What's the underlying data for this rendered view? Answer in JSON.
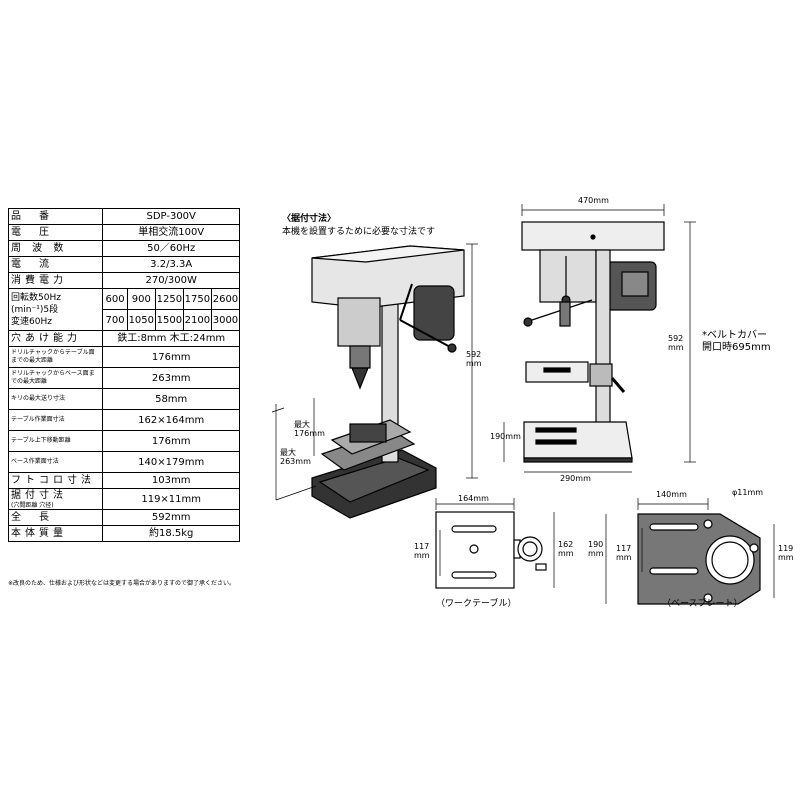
{
  "spec_table": {
    "rows": [
      {
        "label": "品　番",
        "value": "SDP-300V"
      },
      {
        "label": "電　圧",
        "value": "単相交流100V"
      },
      {
        "label": "周 波 数",
        "value": "50／60Hz"
      },
      {
        "label": "電　流",
        "value": "3.2/3.3A"
      },
      {
        "label": "消費電力",
        "value": "270/300W"
      }
    ],
    "speed": {
      "label_50": "回転数50Hz",
      "label_unit": "(min⁻¹)5段",
      "label_60": "変速60Hz",
      "values_50": [
        "600",
        "900",
        "1250",
        "1750",
        "2600"
      ],
      "values_60": [
        "700",
        "1050",
        "1500",
        "2100",
        "3000"
      ]
    },
    "rows2": [
      {
        "label": "穴あけ能力",
        "value": "鉄工:8mm 木工:24mm",
        "small": false
      },
      {
        "label": "ドリルチャックからテーブル面までの最大距離",
        "value": "176mm",
        "small": true
      },
      {
        "label": "ドリルチャックからベース面までの最大距離",
        "value": "263mm",
        "small": true
      },
      {
        "label": "キリの最大送り寸法",
        "value": "58mm",
        "small": true
      },
      {
        "label": "テーブル作業面寸法",
        "value": "162×164mm",
        "small": true
      },
      {
        "label": "テーブル上下移動距離",
        "value": "176mm",
        "small": true
      },
      {
        "label": "ベース作業面寸法",
        "value": "140×179mm",
        "small": true
      },
      {
        "label": "フトコロ寸法",
        "value": "103mm",
        "small": false
      },
      {
        "label": "据付寸法",
        "sub": "(穴間距離 穴径)",
        "value": "119×11mm",
        "small": false
      },
      {
        "label": "全　長",
        "value": "592mm",
        "small": false
      },
      {
        "label": "本体質量",
        "value": "約18.5kg",
        "small": false
      }
    ],
    "note": "※改良のため、仕様および形状などは変更する場合がありますので御了承ください。"
  },
  "install": {
    "title": "〈据付寸法〉",
    "subtitle": "本機を設置するために必要な寸法です"
  },
  "dims": {
    "side_max176": "最大\n176mm",
    "side_max263": "最大\n263mm",
    "side_592": "592\nmm",
    "front_470": "470mm",
    "front_592": "592\nmm",
    "front_190": "190mm",
    "front_290": "290mm",
    "belt_note": "*ベルトカバー\n開口時695mm",
    "wt_164": "164mm",
    "wt_117": "117\nmm",
    "wt_162": "162\nmm",
    "wt_caption": "（ワークテーブル）",
    "bp_140": "140mm",
    "bp_11": "φ11mm",
    "bp_190": "190\nmm",
    "bp_117": "117\nmm",
    "bp_119": "119\nmm",
    "bp_caption": "（ベースプレート）"
  }
}
